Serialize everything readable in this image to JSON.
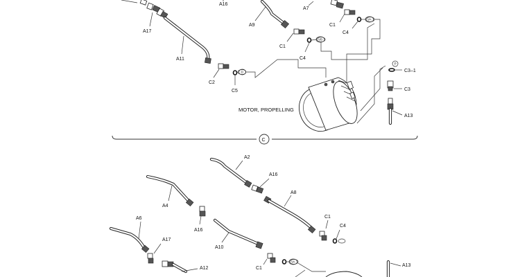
{
  "section": {
    "marker": "C",
    "motor_label": "MOTOR, PROPELLING"
  },
  "labels": {
    "upper": {
      "a16": "A16",
      "a17": "A17",
      "a11": "A11",
      "a9": "A9",
      "a7": "A7",
      "c1a": "C1",
      "c4a": "C4",
      "c1b": "C1",
      "c4b": "C4",
      "c2": "C2",
      "c5": "C5",
      "c3_1": "C3–1",
      "c3": "C3",
      "a13": "A13"
    },
    "lower": {
      "a2": "A2",
      "a16a": "A16",
      "a8": "A8",
      "a4": "A4",
      "a16b": "A16",
      "a6": "A6",
      "a17": "A17",
      "a10": "A10",
      "c1a": "C1",
      "c4": "C4",
      "c1b": "C1",
      "a12": "A12",
      "a13": "A13"
    }
  },
  "ports": {
    "va_upper": "VA",
    "vb": "VB",
    "d": "D",
    "p": "P",
    "va_lower": "VA"
  }
}
